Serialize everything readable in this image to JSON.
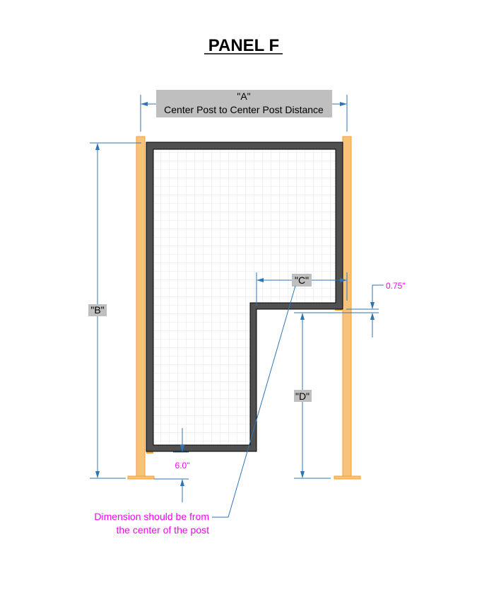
{
  "title": "PANEL F",
  "dimensions": {
    "a_label": "\"A\"",
    "a_caption": "Center Post to Center Post Distance",
    "b_label": "\"B\"",
    "c_label": "\"C\"",
    "d_label": "\"D\"",
    "gap_top": "0.75\"",
    "gap_bottom": "6.0\""
  },
  "note": {
    "line1": "Dimension should be from",
    "line2": "the center of the post"
  },
  "colors": {
    "dimension": "#2e75b6",
    "note": "#ff00ff",
    "post": "#f9c27a",
    "frame": "#505050",
    "label_bg": "#bfbfbf"
  }
}
